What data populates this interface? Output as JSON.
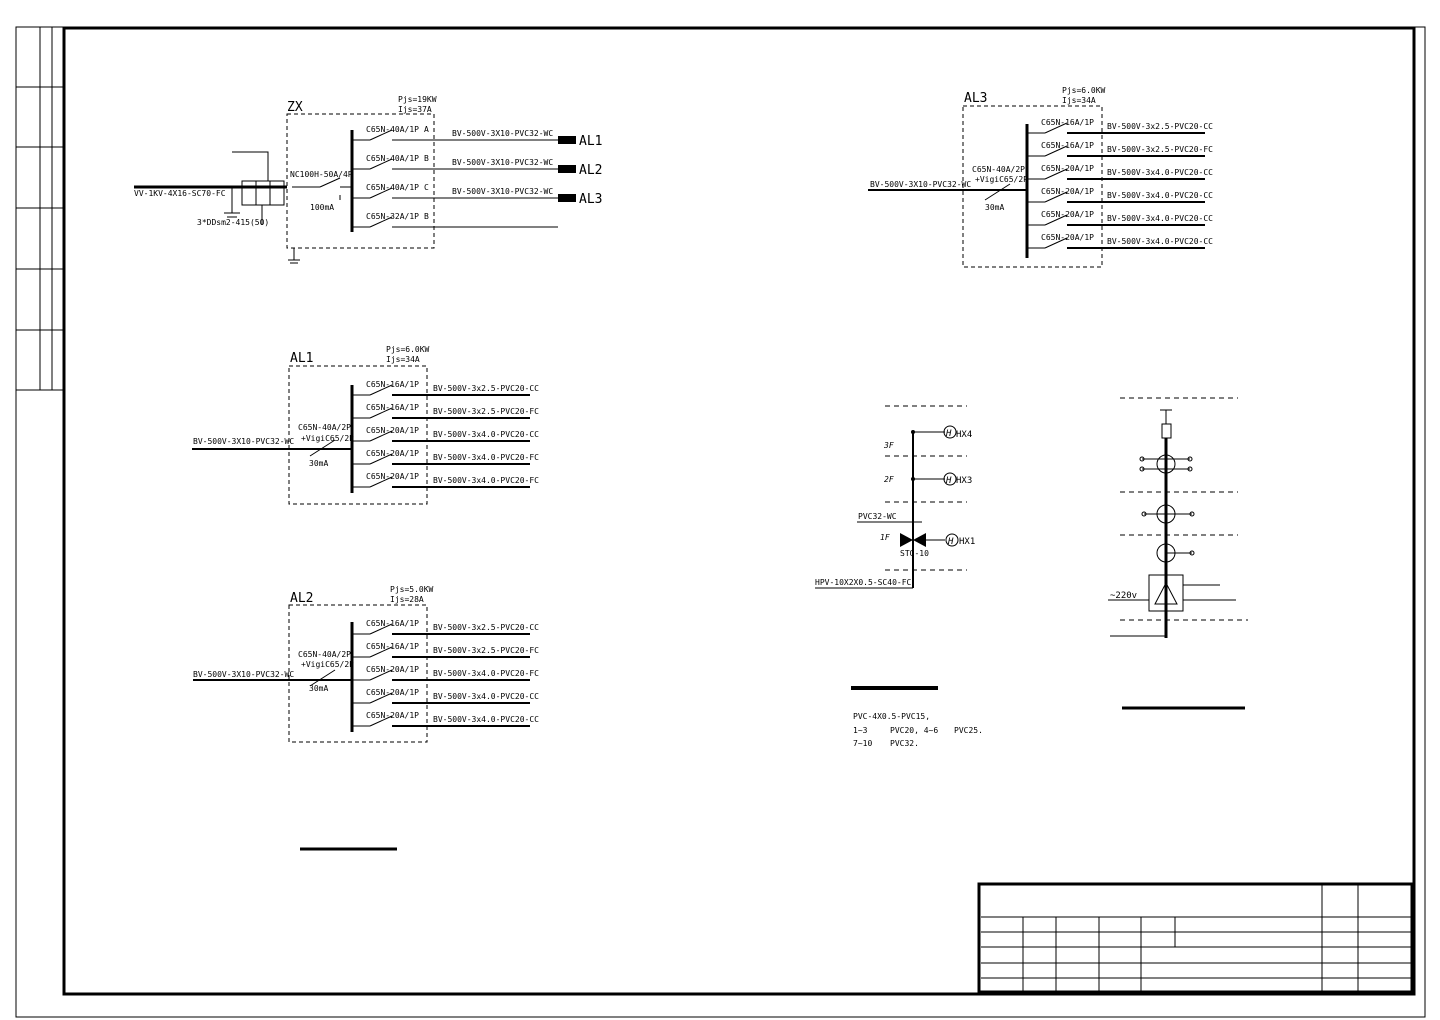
{
  "zx": {
    "title": "ZX",
    "pjs": "Pjs=19KW",
    "ijs": "Ijs=37A",
    "incoming_cable": "VV-1KV-4X16-SC70-FC",
    "spd": "3*DDsm2-415(50)",
    "main_breaker": "NC100H-50A/4P",
    "rcd": "100mA",
    "breakers": [
      "C65N-40A/1P",
      "C65N-40A/1P",
      "C65N-40A/1P",
      "C65N-32A/1P"
    ],
    "phases": [
      "A",
      "B",
      "C",
      "B"
    ],
    "cables": [
      "BV-500V-3X10-PVC32-WC",
      "BV-500V-3X10-PVC32-WC",
      "BV-500V-3X10-PVC32-WC"
    ],
    "outputs": [
      "AL1",
      "AL2",
      "AL3"
    ]
  },
  "al1": {
    "title": "AL1",
    "pjs": "Pjs=6.0KW",
    "ijs": "Ijs=34A",
    "incoming_cable": "BV-500V-3X10-PVC32-WC",
    "main_breaker": "C65N-40A/2P",
    "main_rcd": "+VigiC65/2P",
    "rcd": "30mA",
    "breakers": [
      "C65N-16A/1P",
      "C65N-16A/1P",
      "C65N-20A/1P",
      "C65N-20A/1P",
      "C65N-20A/1P"
    ],
    "cables": [
      "BV-500V-3x2.5-PVC20-CC",
      "BV-500V-3x2.5-PVC20-FC",
      "BV-500V-3x4.0-PVC20-CC",
      "BV-500V-3x4.0-PVC20-FC",
      "BV-500V-3x4.0-PVC20-FC"
    ]
  },
  "al2": {
    "title": "AL2",
    "pjs": "Pjs=5.0KW",
    "ijs": "Ijs=28A",
    "incoming_cable": "BV-500V-3X10-PVC32-WC",
    "main_breaker": "C65N-40A/2P",
    "main_rcd": "+VigiC65/2P",
    "rcd": "30mA",
    "breakers": [
      "C65N-16A/1P",
      "C65N-16A/1P",
      "C65N-20A/1P",
      "C65N-20A/1P",
      "C65N-20A/1P"
    ],
    "cables": [
      "BV-500V-3x2.5-PVC20-CC",
      "BV-500V-3x2.5-PVC20-FC",
      "BV-500V-3x4.0-PVC20-FC",
      "BV-500V-3x4.0-PVC20-CC",
      "BV-500V-3x4.0-PVC20-CC"
    ]
  },
  "al3": {
    "title": "AL3",
    "pjs": "Pjs=6.0KW",
    "ijs": "Ijs=34A",
    "incoming_cable": "BV-500V-3X10-PVC32-WC",
    "main_breaker": "C65N-40A/2P",
    "main_rcd": "+VigiC65/2P",
    "rcd": "30mA",
    "breakers": [
      "C65N-16A/1P",
      "C65N-16A/1P",
      "C65N-20A/1P",
      "C65N-20A/1P",
      "C65N-20A/1P",
      "C65N-20A/1P"
    ],
    "cables": [
      "BV-500V-3x2.5-PVC20-CC",
      "BV-500V-3x2.5-PVC20-FC",
      "BV-500V-3x4.0-PVC20-CC",
      "BV-500V-3x4.0-PVC20-CC",
      "BV-500V-3x4.0-PVC20-CC",
      "BV-500V-3x4.0-PVC20-CC"
    ]
  },
  "riser": {
    "floors": [
      "3F",
      "2F",
      "1F"
    ],
    "boxes": [
      "HX4",
      "HX3",
      "HX1"
    ],
    "box_symbol": "H",
    "pipe": "PVC32-WC",
    "stp": "STO-10",
    "incoming": "HPV-10X2X0.5-SC40-FC",
    "notes": [
      "PVC-4X0.5-PVC15,",
      "1~3",
      "PVC20, 4~6",
      "PVC25.",
      "7~10",
      "PVC32."
    ]
  },
  "intercom": {
    "voltage": "~220v"
  }
}
